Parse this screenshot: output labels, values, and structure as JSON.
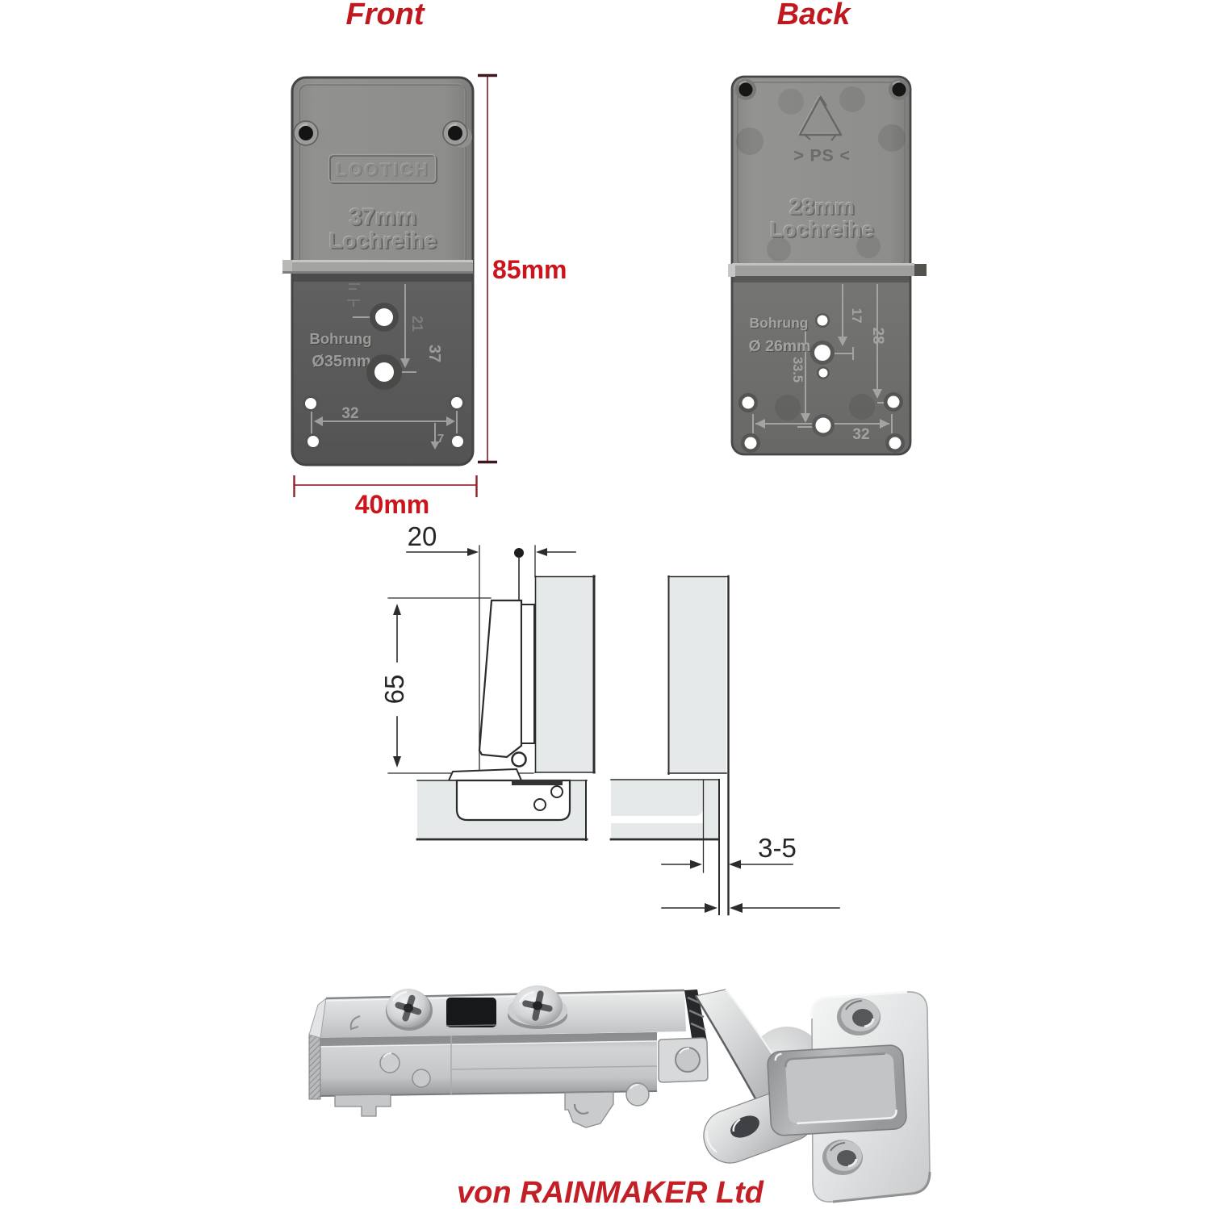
{
  "titles": {
    "front": "Front",
    "back": "Back"
  },
  "front_plate": {
    "brand": "LOOTICH",
    "row_label_1": "37mm",
    "row_label_2": "Lochreihe",
    "bore_label_1": "Bohrung",
    "bore_label_2": "Ø35mm",
    "dim_32": "32",
    "dim_37": "37",
    "dim_21": "21",
    "dim_7": "7"
  },
  "back_plate": {
    "material": "> PS <",
    "row_label_1": "28mm",
    "row_label_2": "Lochreihe",
    "bore_label_1": "Bohrung",
    "bore_label_2": "Ø 26mm",
    "dim_17": "17",
    "dim_28": "28",
    "dim_33_5": "33.5",
    "dim_32": "32"
  },
  "dimensions": {
    "plate_height": "85mm",
    "plate_width": "40mm",
    "cup_distance": "20",
    "hinge_height": "65",
    "door_gap": "3-5"
  },
  "footer": {
    "credit": "von RAINMAKER Ltd"
  },
  "colors": {
    "accent_red": "#c9161d",
    "dim_line_red": "#96303a",
    "plate_gray_light": "#8e8e8c",
    "plate_gray_dark": "#5e5e5c",
    "drawing_line": "#2c2c2c",
    "panel_gray": "#e6e9e9",
    "metal_silver": "#d9dadb"
  }
}
